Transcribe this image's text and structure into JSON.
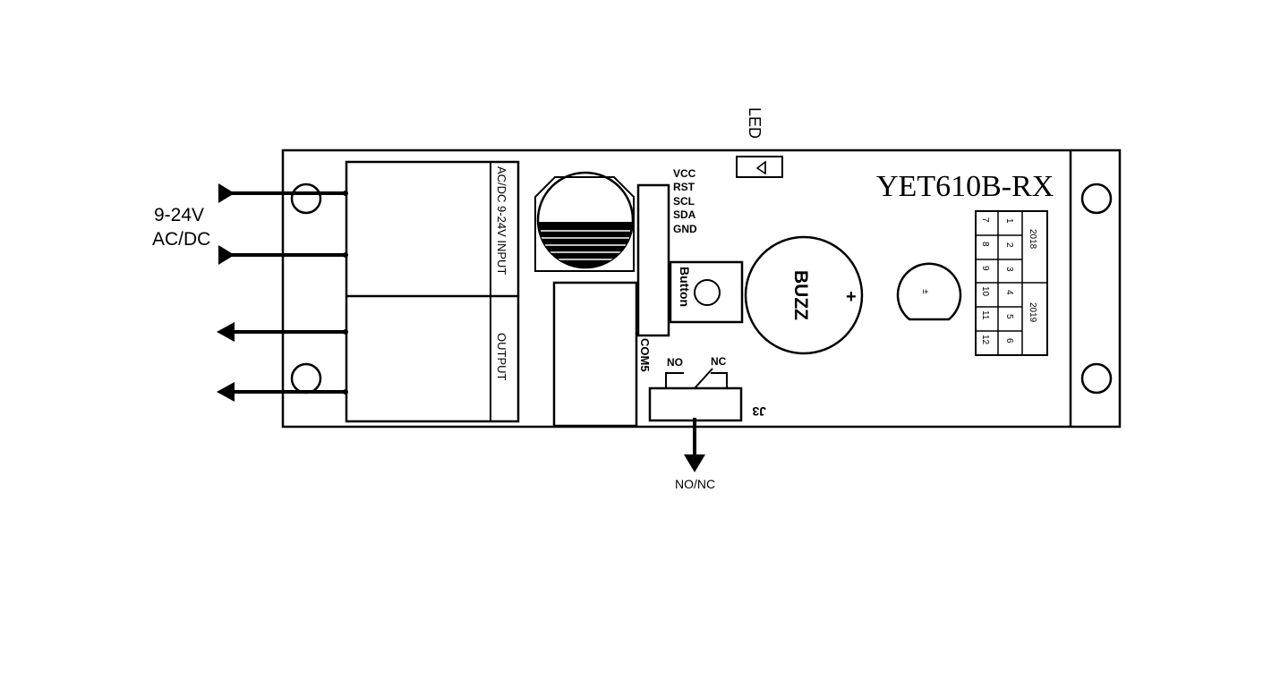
{
  "board": {
    "model": "YET610B-RX",
    "input_label": "AC/DC 9-24V INPUT",
    "output_label": "OUTPUT",
    "header_pins": [
      "VCC",
      "RST",
      "SCL",
      "SDA",
      "GND"
    ],
    "header_name": "COM5",
    "button_label": "Button",
    "buzzer_label": "BUZZ",
    "buzzer_plus": "+",
    "led_label": "LED",
    "relay_no": "NO",
    "relay_nc": "NC",
    "relay_connector": "J3",
    "dip": {
      "left_col": [
        "7",
        "8",
        "9",
        "10",
        "11",
        "12"
      ],
      "right_col": [
        "1",
        "2",
        "3",
        "4",
        "5",
        "6"
      ],
      "group_top": "2018",
      "group_bottom": "2019"
    }
  },
  "external": {
    "power_line1": "9-24V",
    "power_line2": "AC/DC",
    "relay_output": "NO/NC"
  }
}
